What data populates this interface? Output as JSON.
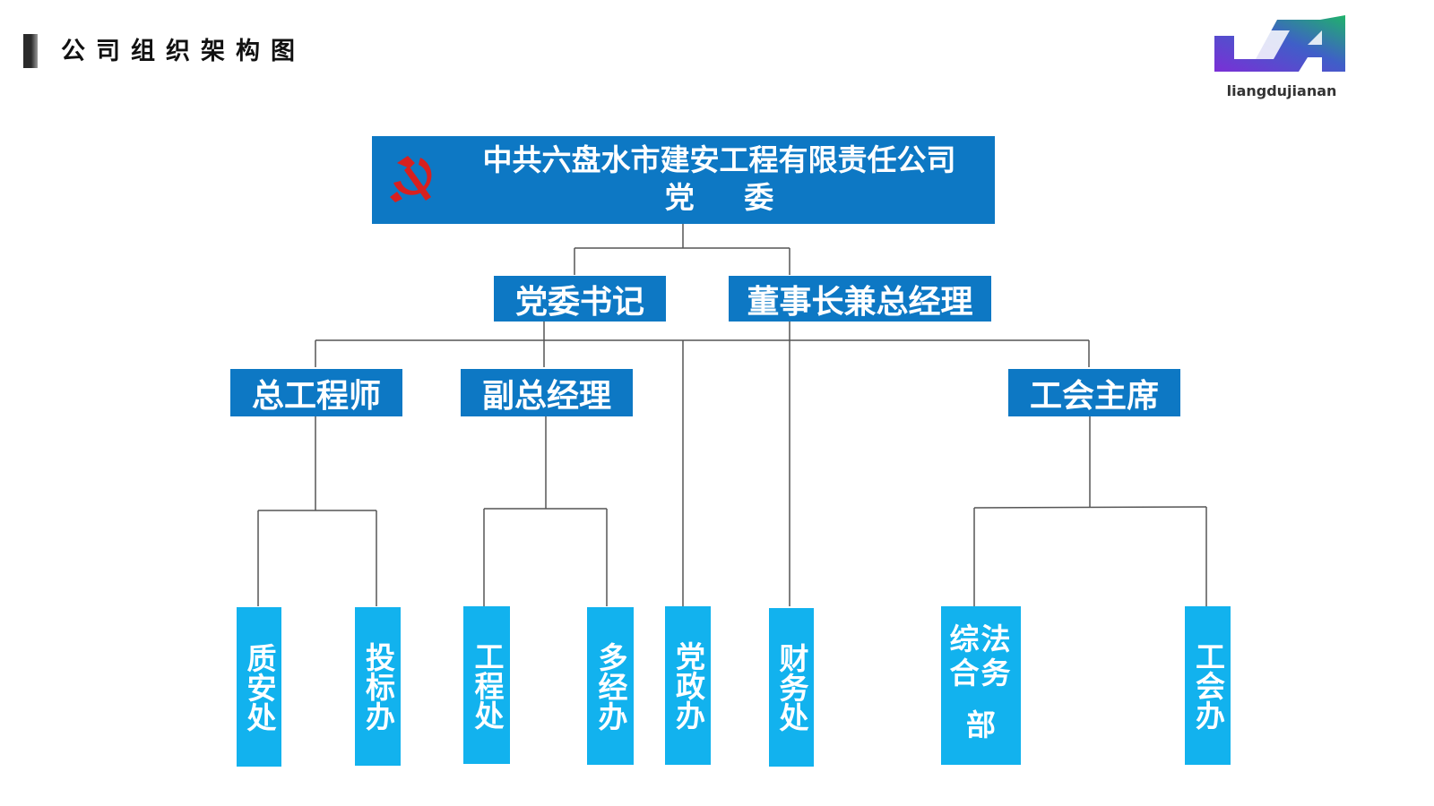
{
  "header": {
    "title": "公司组织架构图"
  },
  "logo": {
    "text": "liangdujianan",
    "gradient_start": "#7b2fd6",
    "gradient_end": "#1fb36a",
    "icon": "ja-logo-icon"
  },
  "colors": {
    "box_dark": "#0d78c4",
    "box_light": "#12b2ee",
    "line": "#555555"
  },
  "top": {
    "emblem": "hammer-sickle-icon",
    "line1": "中共六盘水市建安工程有限责任公司",
    "line2": "党 委"
  },
  "level2": {
    "secretary": "党委书记",
    "chairman": "董事长兼总经理"
  },
  "level3": {
    "chief_engineer": "总工程师",
    "deputy_gm": "副总经理",
    "union_chair": "工会主席"
  },
  "departments": {
    "quality_safety": "质安处",
    "bidding": "投标办",
    "engineering": "工程处",
    "operations": "多经办",
    "party_admin": "党政办",
    "finance": "财务处",
    "legal_l1": "综法合务",
    "legal_l2": "部",
    "union_office": "工会办"
  }
}
